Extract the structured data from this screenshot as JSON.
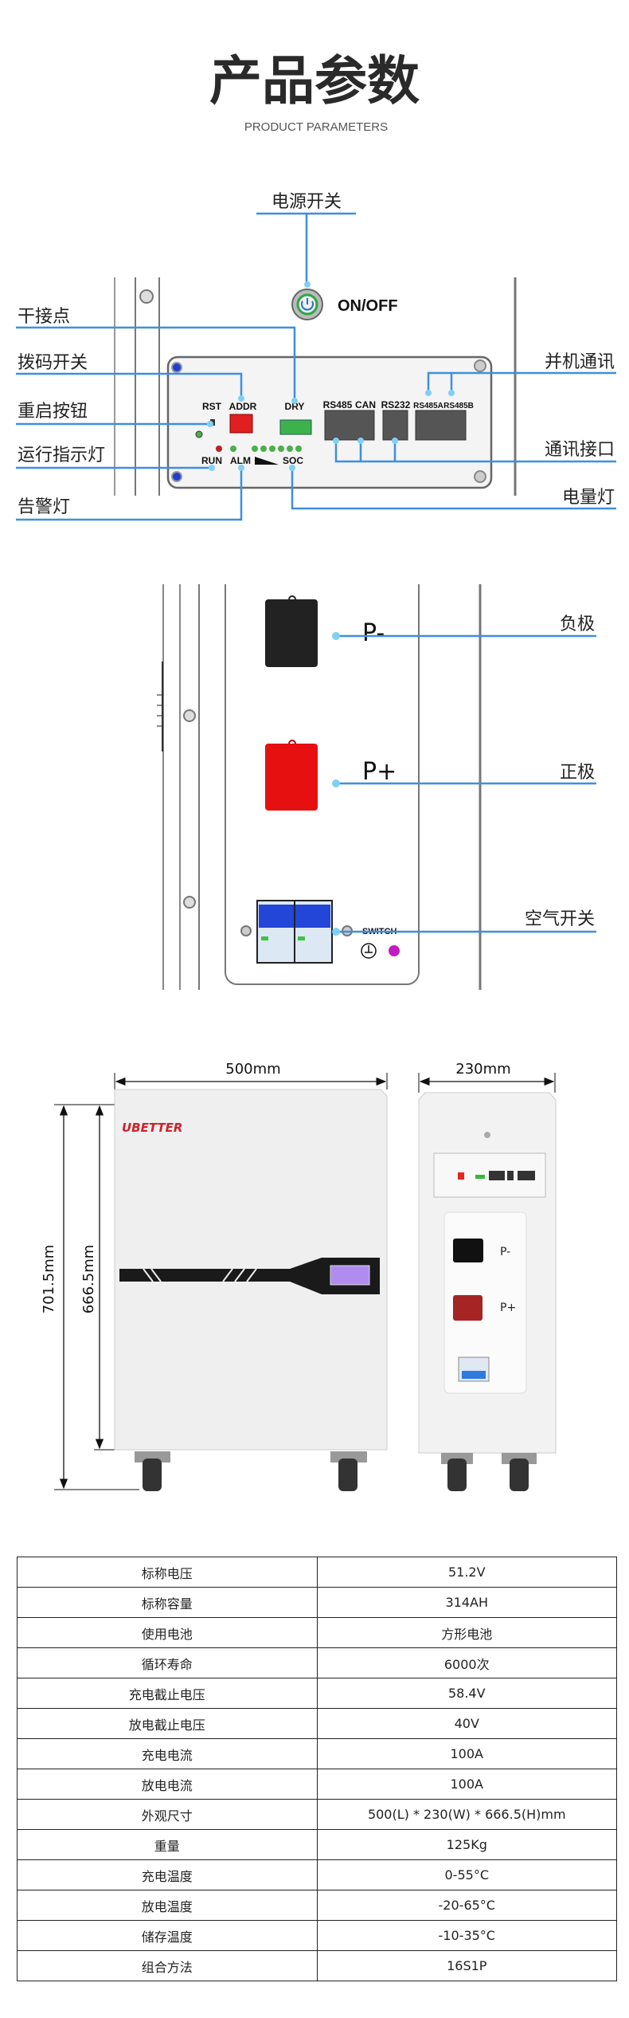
{
  "header": {
    "title": "产品参数",
    "subtitle": "PRODUCT PARAMETERS"
  },
  "panel_diagram": {
    "power_switch_label": "电源开关",
    "on_off": "ON/OFF",
    "left_labels": {
      "dry_contact": "干接点",
      "dip_switch": "拨码开关",
      "reset_button": "重启按钮",
      "run_light": "运行指示灯",
      "alarm_light": "告警灯"
    },
    "right_labels": {
      "parallel_comm": "并机通讯",
      "comm_port": "通讯接口",
      "soc_light": "电量灯"
    },
    "panel_text": {
      "rst": "RST",
      "addr": "ADDR",
      "dry": "DRY",
      "rs485": "RS485",
      "can": "CAN",
      "rs232": "RS232",
      "rs485a": "RS485A",
      "rs485b": "RS485B",
      "run": "RUN",
      "alm": "ALM",
      "soc": "SOC"
    }
  },
  "terminal_diagram": {
    "negative_label": "负极",
    "positive_label": "正极",
    "breaker_label": "空气开关",
    "p_minus": "P-",
    "p_plus": "P+",
    "switch_text": "SWITCH"
  },
  "dimensions": {
    "width": "500mm",
    "depth": "230mm",
    "total_height": "701.5mm",
    "body_height": "666.5mm",
    "brand": "UBETTER",
    "side_p_minus": "P-",
    "side_p_plus": "P+"
  },
  "specs": [
    {
      "name": "标称电压",
      "value": "51.2V"
    },
    {
      "name": "标称容量",
      "value": "314AH"
    },
    {
      "name": "使用电池",
      "value": "方形电池"
    },
    {
      "name": "循环寿命",
      "value": "6000次"
    },
    {
      "name": "充电截止电压",
      "value": "58.4V"
    },
    {
      "name": "放电截止电压",
      "value": "40V"
    },
    {
      "name": "充电电流",
      "value": "100A"
    },
    {
      "name": "放电电流",
      "value": "100A"
    },
    {
      "name": "外观尺寸",
      "value": "500(L) * 230(W) * 666.5(H)mm"
    },
    {
      "name": "重量",
      "value": "125Kg"
    },
    {
      "name": "充电温度",
      "value": "0-55°C"
    },
    {
      "name": "放电温度",
      "value": "-20-65°C"
    },
    {
      "name": "储存温度",
      "value": "-10-35°C"
    },
    {
      "name": "组合方法",
      "value": "16S1P"
    }
  ],
  "colors": {
    "callout": "#3d8fe0",
    "brand_red": "#d0202a",
    "negative": "#222222",
    "positive": "#e01010"
  }
}
